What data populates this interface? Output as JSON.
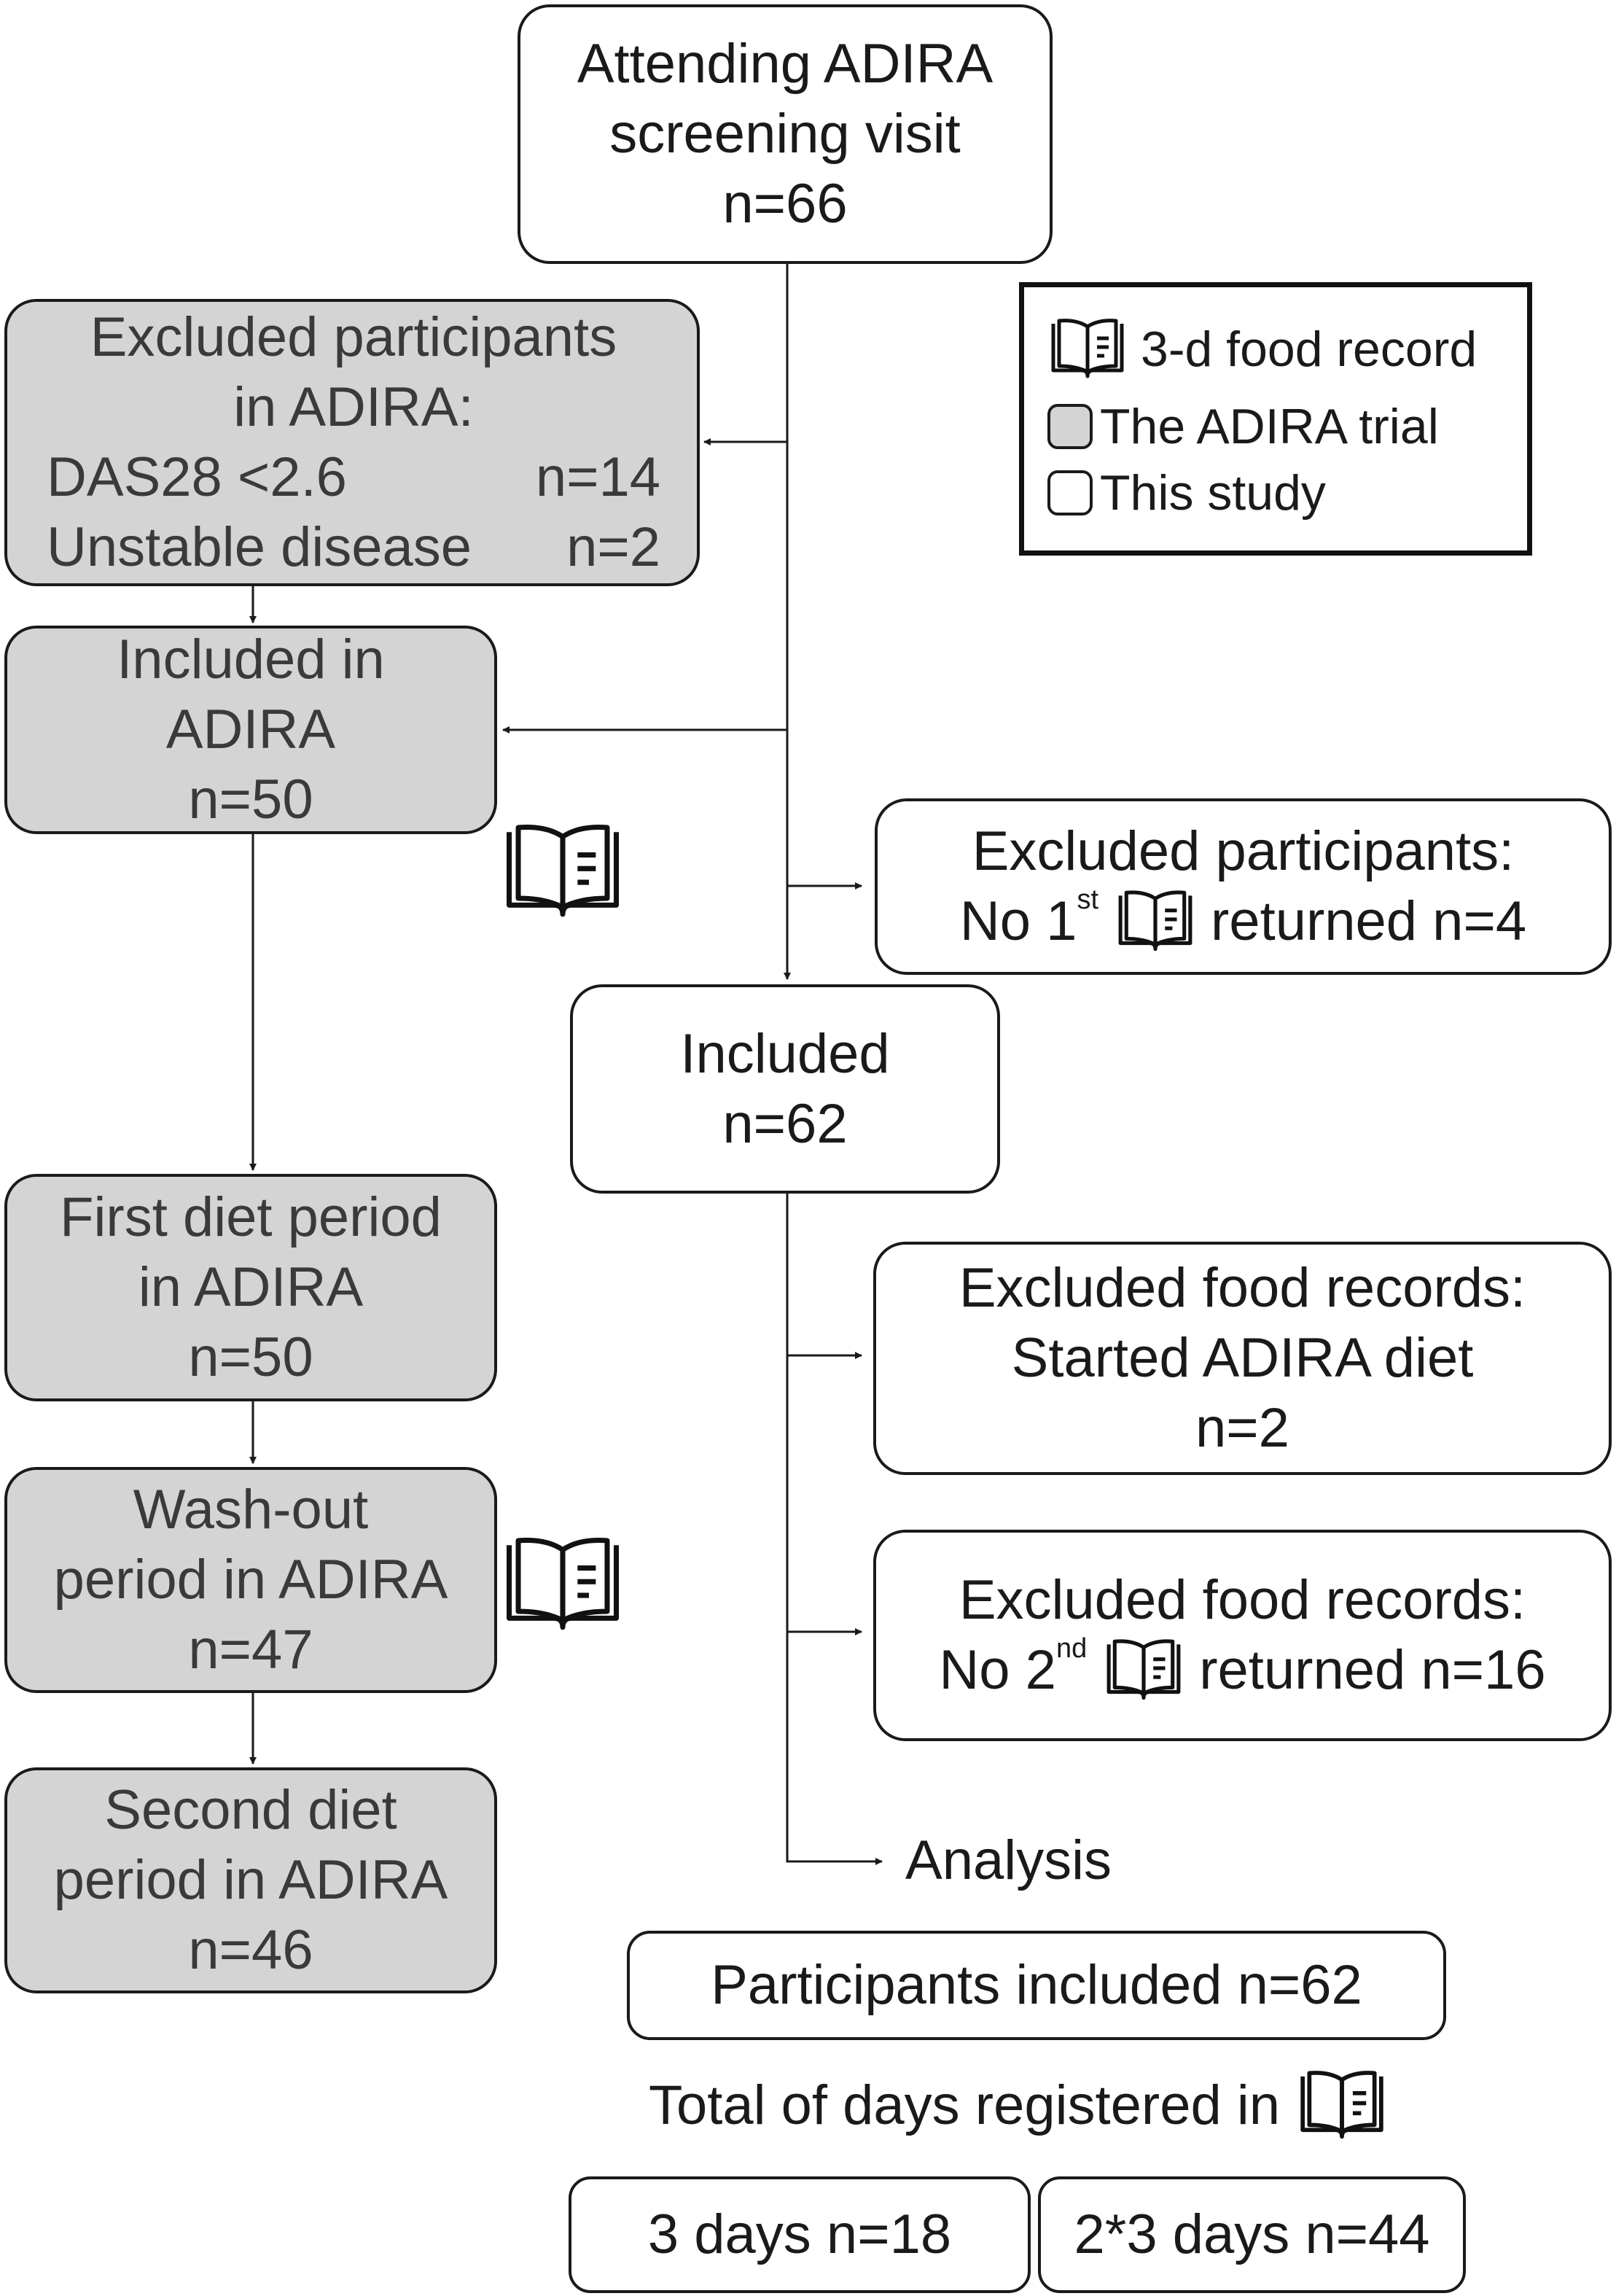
{
  "icons": {
    "food_record": "open-book-icon"
  },
  "colors": {
    "adira_trial_fill": "#d4d4d4",
    "this_study_fill": "#ffffff",
    "stroke": "#1a1a1a"
  },
  "legend": {
    "food_record": "3-d food record",
    "adira_trial": "The ADIRA trial",
    "this_study": "This study"
  },
  "nodes": {
    "screening": {
      "lines": [
        "Attending ADIRA",
        "screening visit",
        "n=66"
      ]
    },
    "excluded_adira": {
      "lines": [
        "Excluded participants",
        "in ADIRA:"
      ],
      "rows": [
        {
          "label": "DAS28 <2.6",
          "n": "n=14"
        },
        {
          "label": "Unstable disease",
          "n": "n=2"
        }
      ]
    },
    "included_adira": {
      "lines": [
        "Included in",
        "ADIRA",
        "n=50"
      ]
    },
    "excluded_participants": {
      "line1": "Excluded participants:",
      "prefix": "No 1",
      "sup": "st",
      "suffix": "returned  n=4"
    },
    "included": {
      "lines": [
        "Included",
        "n=62"
      ]
    },
    "first_diet": {
      "lines": [
        "First diet period",
        "in ADIRA",
        "n=50"
      ]
    },
    "washout": {
      "lines": [
        "Wash-out",
        "period in ADIRA",
        "n=47"
      ]
    },
    "second_diet": {
      "lines": [
        "Second diet",
        "period in ADIRA",
        "n=46"
      ]
    },
    "excluded_started": {
      "lines": [
        "Excluded food records:",
        "Started ADIRA diet",
        "n=2"
      ]
    },
    "excluded_no2nd": {
      "line1": "Excluded food records:",
      "prefix": "No 2",
      "sup": "nd",
      "suffix": "returned  n=16"
    },
    "analysis": "Analysis",
    "participants_included": "Participants included n=62",
    "total_days": "Total of days registered in",
    "three_days": "3 days  n=18",
    "six_days": "2*3 days  n=44"
  }
}
